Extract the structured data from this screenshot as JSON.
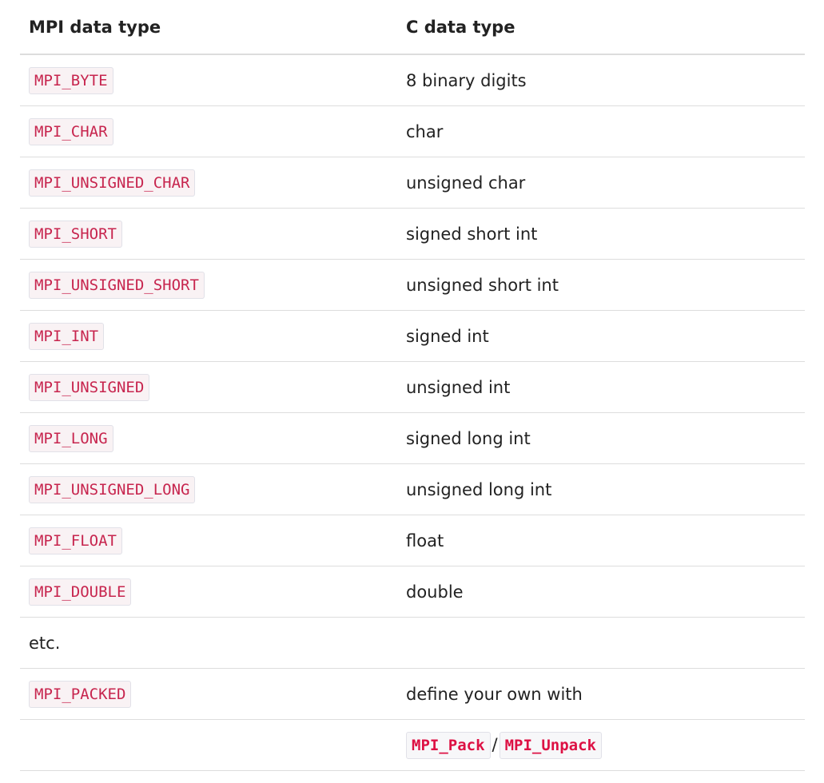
{
  "table": {
    "headers": [
      "MPI data type",
      "C data type"
    ],
    "rows": [
      {
        "mpi": "MPI_BYTE",
        "c": "8 binary digits"
      },
      {
        "mpi": "MPI_CHAR",
        "c": "char"
      },
      {
        "mpi": "MPI_UNSIGNED_CHAR",
        "c": "unsigned char"
      },
      {
        "mpi": "MPI_SHORT",
        "c": "signed short int"
      },
      {
        "mpi": "MPI_UNSIGNED_SHORT",
        "c": "unsigned short int"
      },
      {
        "mpi": "MPI_INT",
        "c": "signed int"
      },
      {
        "mpi": "MPI_UNSIGNED",
        "c": "unsigned int"
      },
      {
        "mpi": "MPI_LONG",
        "c": "signed long int"
      },
      {
        "mpi": "MPI_UNSIGNED_LONG",
        "c": "unsigned long int"
      },
      {
        "mpi": "MPI_FLOAT",
        "c": "float"
      },
      {
        "mpi": "MPI_DOUBLE",
        "c": "double"
      }
    ],
    "etc_label": "etc.",
    "packed": {
      "mpi": "MPI_PACKED",
      "c": "define your own with"
    },
    "pack_row": {
      "pack": "MPI_Pack",
      "separator": "/",
      "unpack": "MPI_Unpack"
    }
  }
}
